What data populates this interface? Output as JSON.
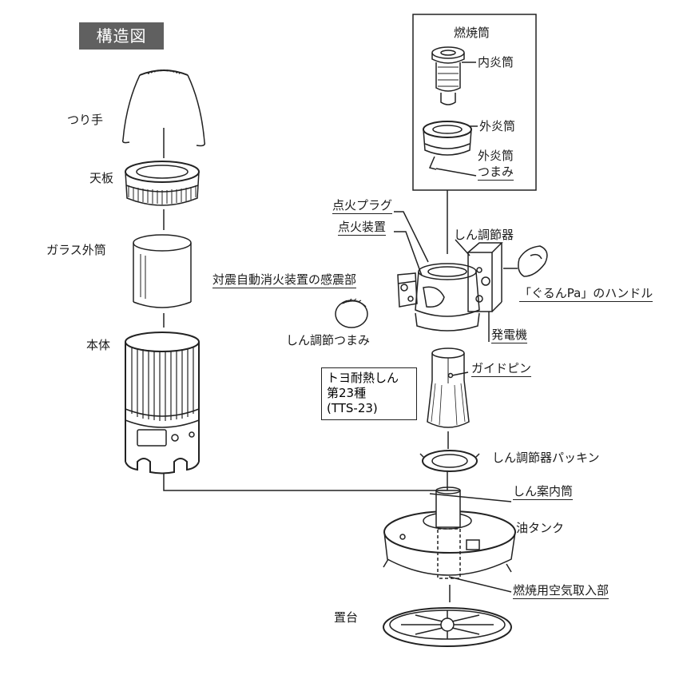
{
  "title": "構造図",
  "colors": {
    "line": "#222222",
    "title_bg": "#606060",
    "shade": "#d8d8d8"
  },
  "labels": {
    "tsurite": "つり手",
    "tenban": "天板",
    "glass": "ガラス外筒",
    "hontai": "本体",
    "nenshoutou": "燃焼筒",
    "naientou": "内炎筒",
    "gaientou": "外炎筒",
    "gaientou_knob_1": "外炎筒",
    "gaientou_knob_2": "つまみ",
    "plug": "点火プラグ",
    "igniter": "点火装置",
    "wick_adjuster": "しん調節器",
    "seismic": "対震自動消火装置の感震部",
    "handle": "「ぐるんPa」のハンドル",
    "wick_knob": "しん調節つまみ",
    "generator": "発電機",
    "guide_pin": "ガイドピン",
    "wick_line1": "トヨ耐熱しん",
    "wick_line2": "第23種",
    "wick_line3": "(TTS-23)",
    "packing": "しん調節器パッキン",
    "guide_tube": "しん案内筒",
    "tank": "油タンク",
    "air_intake": "燃焼用空気取入部",
    "base": "置台"
  }
}
